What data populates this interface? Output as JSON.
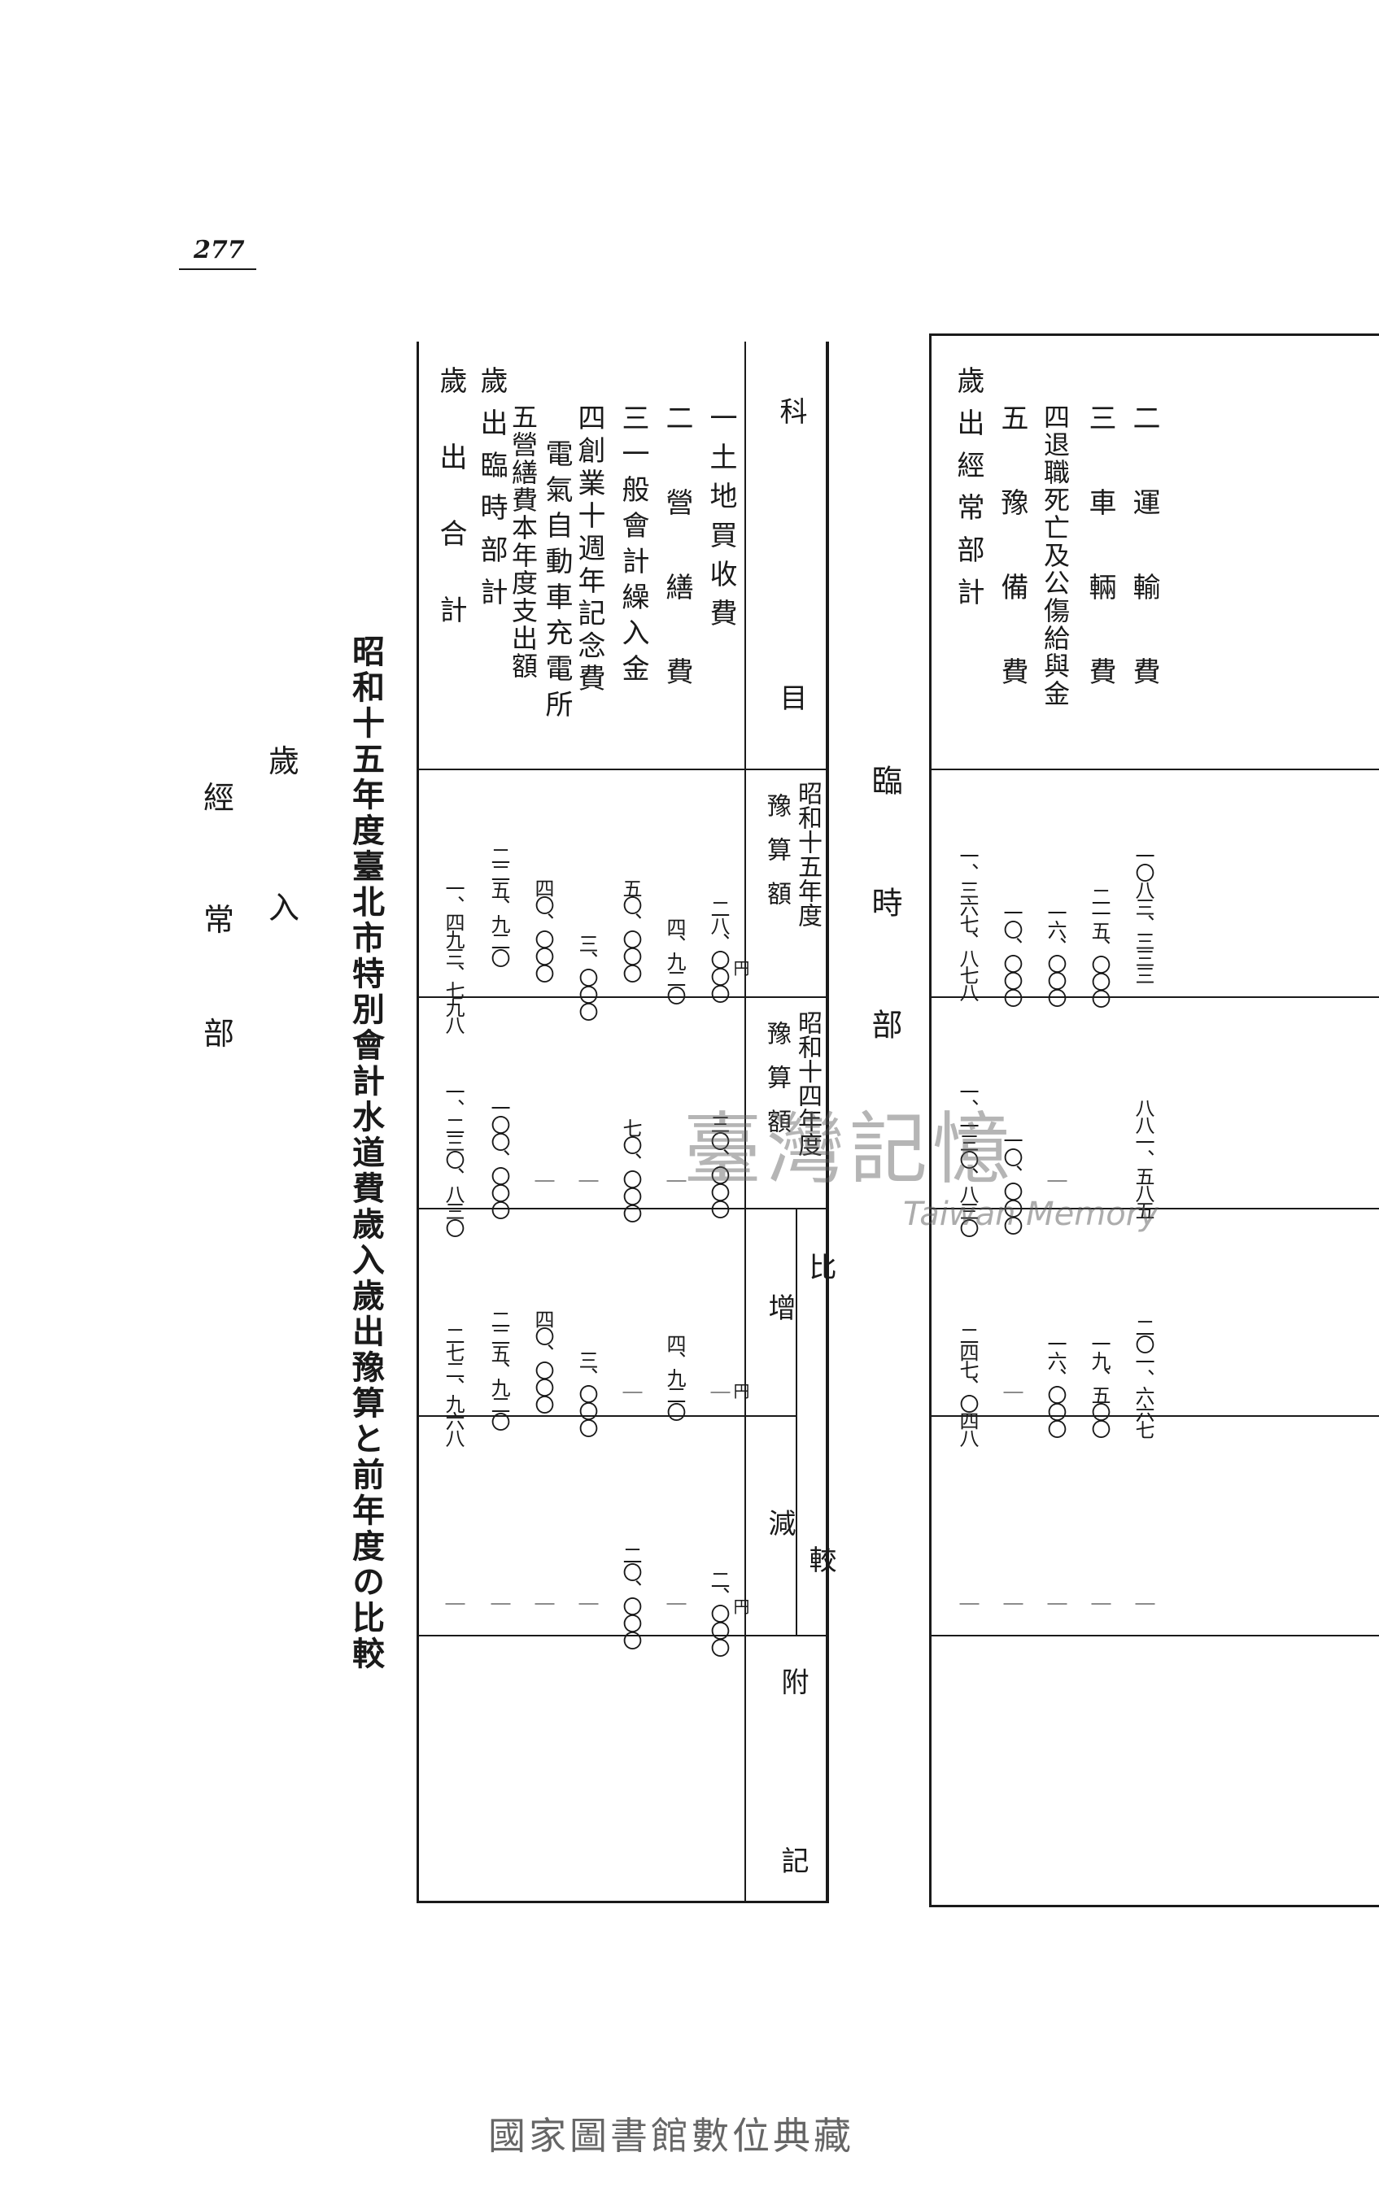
{
  "page_number": "277",
  "title": "昭和十五年度臺北市特別會計水道費歲入歲出豫算と前年度の比較",
  "side_heading": {
    "sai": "歲",
    "nyu": "入",
    "kei": "經",
    "jo": "常",
    "bu": "部"
  },
  "table_headers": {
    "kamoku": "科",
    "moku": "目",
    "fy15_line1": "昭和十五年度",
    "fy15_line2": "豫算額",
    "fy14_line1": "昭和十四年度",
    "fy14_line2": "豫算額",
    "hi": "比",
    "kaku": "較",
    "increase": "增",
    "decrease": "減",
    "fu": "附",
    "ki": "記"
  },
  "main_rows": [
    {
      "label": "一土地買收費",
      "fy15": "二八、〇〇〇",
      "fy14": "三〇、〇〇〇",
      "increase": "｜",
      "decrease": "二、〇〇〇"
    },
    {
      "label": "二營繕費",
      "fy15": "四、九二〇",
      "fy14": "｜",
      "increase": "四、九二〇",
      "decrease": "｜"
    },
    {
      "label": "三一般會計繰入金",
      "fy15": "五〇、〇〇〇",
      "fy14": "七〇、〇〇〇",
      "increase": "｜",
      "decrease": "二〇、〇〇〇"
    },
    {
      "label": "四創業十週年記念費",
      "fy15": "三、〇〇〇",
      "fy14": "｜",
      "increase": "三、〇〇〇",
      "decrease": "｜"
    },
    {
      "label": "電氣自動車充電所",
      "fy15": "",
      "fy14": "",
      "increase": "",
      "decrease": ""
    },
    {
      "label": "五營繕費本年度支出額",
      "fy15": "四〇、〇〇〇",
      "fy14": "｜",
      "increase": "四〇、〇〇〇",
      "decrease": "｜"
    },
    {
      "label": "歲出臨時部計",
      "fy15": "二二五、九二〇",
      "fy14": "一〇〇、〇〇〇",
      "increase": "二二五、九二〇",
      "decrease": "｜"
    },
    {
      "label": "歲出合計",
      "fy15": "一、四九三、七九八",
      "fy14": "一、二三〇、八三〇",
      "increase": "二七二、九六八",
      "decrease": "｜"
    }
  ],
  "unit_yen": "円",
  "rinji_heading": {
    "c1": "臨",
    "c2": "時",
    "c3": "部"
  },
  "upper_rows": [
    {
      "label": "二運輸費",
      "fy15": "一〇八三、三三三",
      "fy14": "八八一、五八五",
      "increase": "二〇一、六六七",
      "decrease": "｜"
    },
    {
      "label": "三車輛費",
      "fy15": "二一五、〇〇〇",
      "fy14": "",
      "increase": "一九、五〇〇",
      "decrease": "｜"
    },
    {
      "label": "四退職死亡及公傷給與金",
      "fy15": "一六、〇〇〇",
      "fy14": "｜",
      "increase": "一六、〇〇〇",
      "decrease": "｜"
    },
    {
      "label": "五豫備費",
      "fy15": "一〇、〇〇〇",
      "fy14": "一〇、〇〇〇",
      "increase": "｜",
      "decrease": "｜"
    },
    {
      "label": "歲出經常部計",
      "fy15": "一、三六七、八七八",
      "fy14": "一、一三〇、八三〇",
      "increase": "二四七、〇四八",
      "decrease": "｜"
    }
  ],
  "watermark": "臺灣記憶",
  "watermark_en": "Taiwan Memory",
  "footer": "國家圖書館數位典藏"
}
